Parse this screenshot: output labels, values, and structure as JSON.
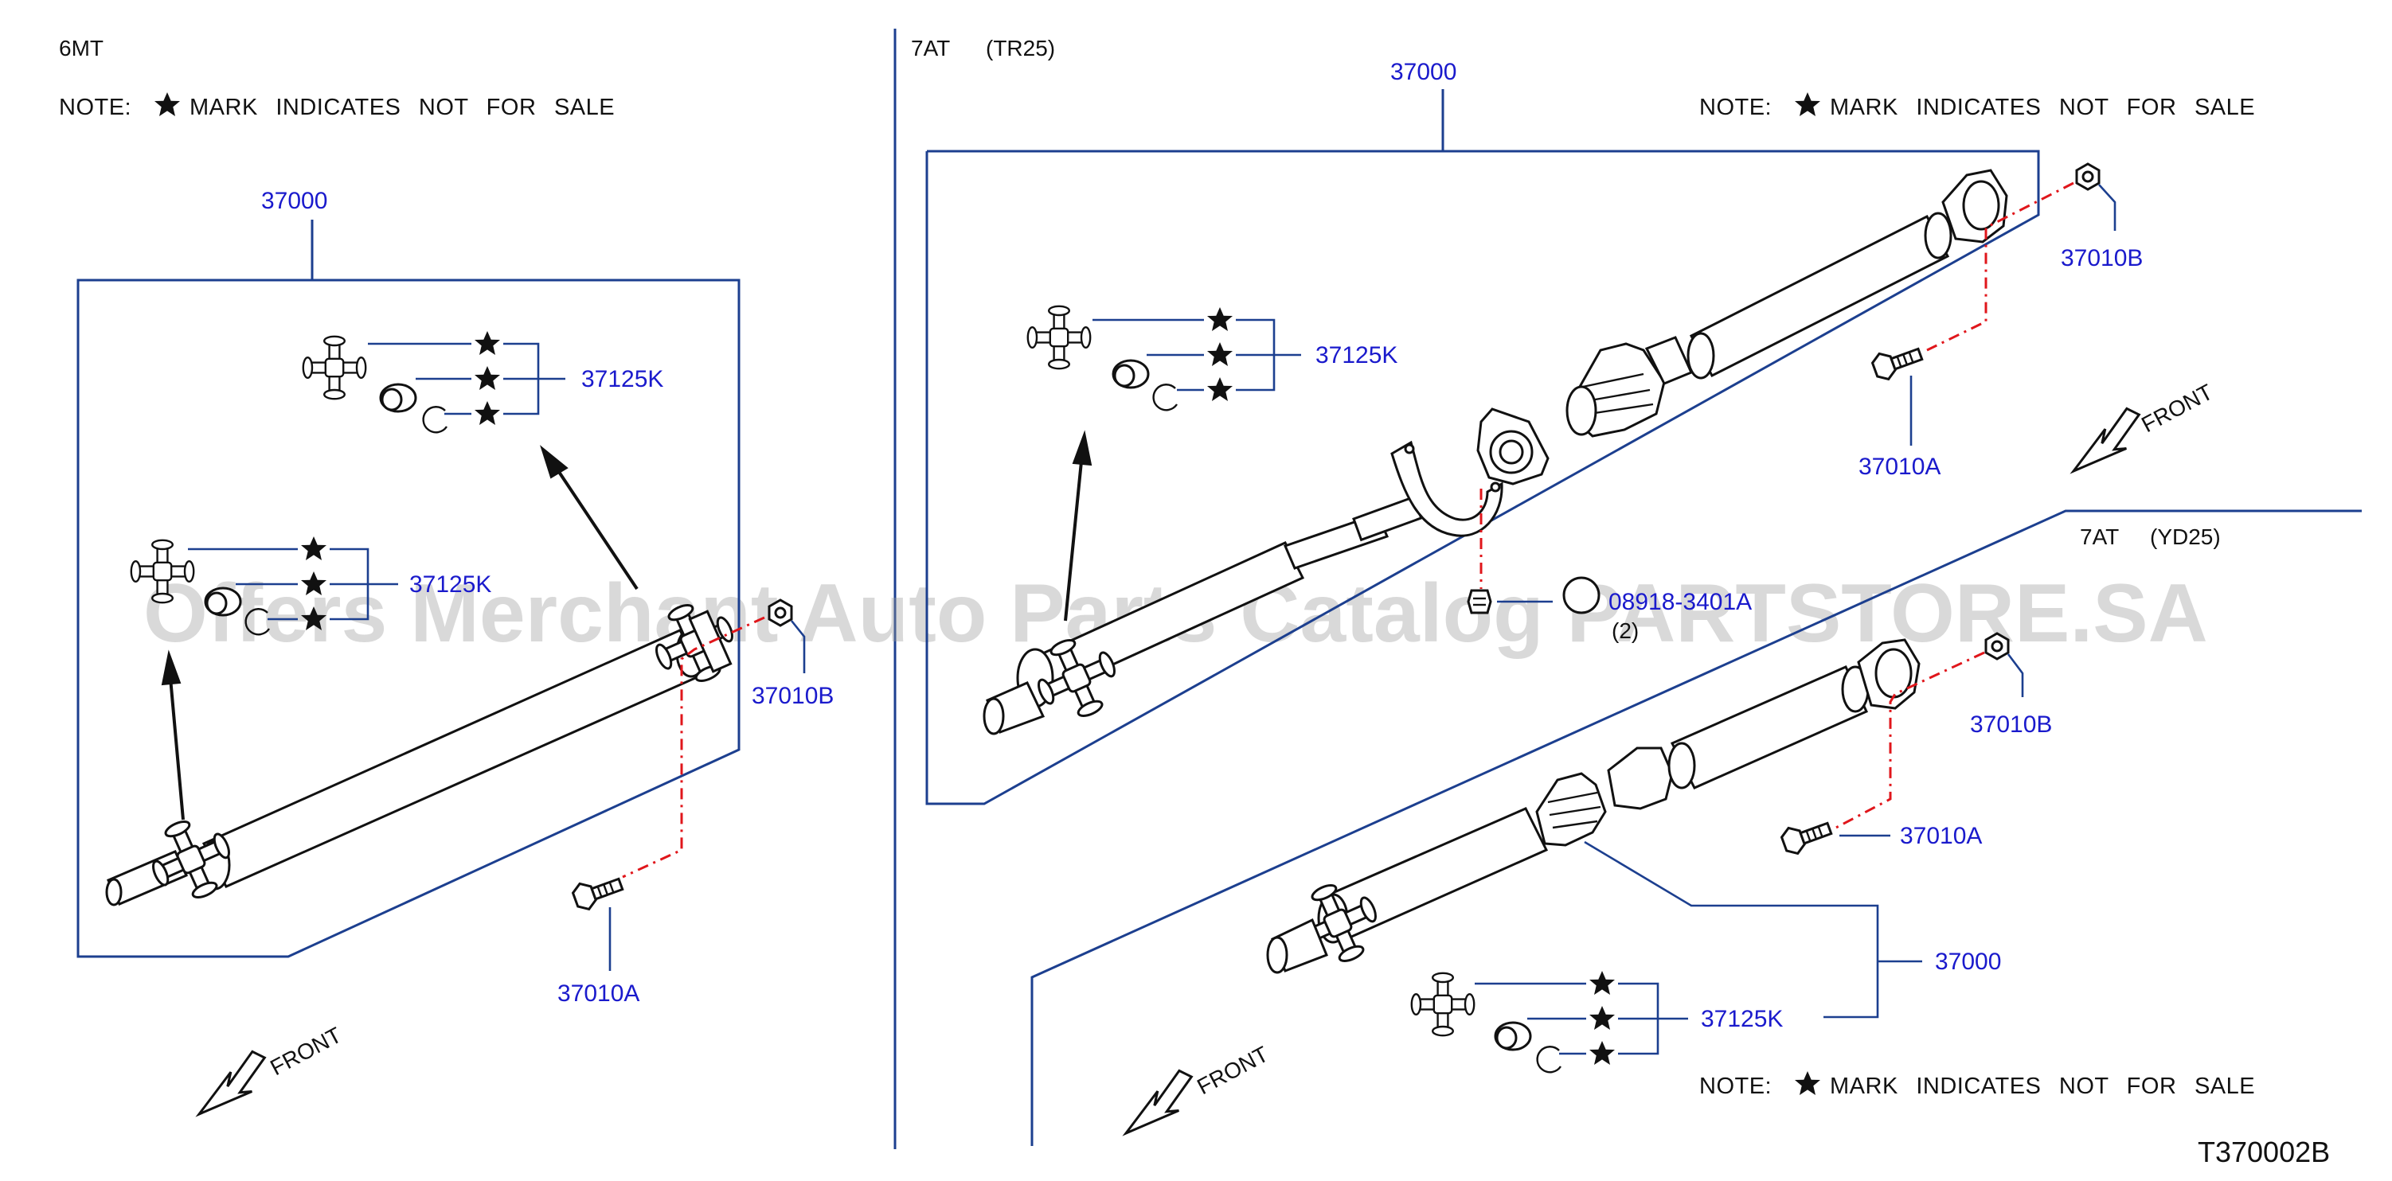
{
  "diagram": {
    "code": "T370002B",
    "watermark": "Offers Merchant Auto Parts Catalog PARTSTORE.SA",
    "note_text": "NOTE:",
    "note_suffix": "MARK INDICATES NOT FOR SALE",
    "front_label": "FRONT",
    "sections": {
      "mt6": {
        "title": "6MT",
        "assembly": "37000",
        "ujoint_kit_upper": "37125K",
        "ujoint_kit_lower": "37125K",
        "nut": "37010B",
        "bolt": "37010A"
      },
      "at7_tr25": {
        "title": "7AT",
        "subtitle": "(TR25)",
        "assembly": "37000",
        "ujoint_kit": "37125K",
        "nut": "37010B",
        "bolt": "37010A",
        "bracket_bolt": "08918-3401A",
        "bracket_bolt_qty": "(2)"
      },
      "at7_yd25": {
        "title": "7AT",
        "subtitle": "(YD25)",
        "assembly": "37000",
        "ujoint_kit": "37125K",
        "nut": "37010B",
        "bolt": "37010A"
      }
    }
  }
}
